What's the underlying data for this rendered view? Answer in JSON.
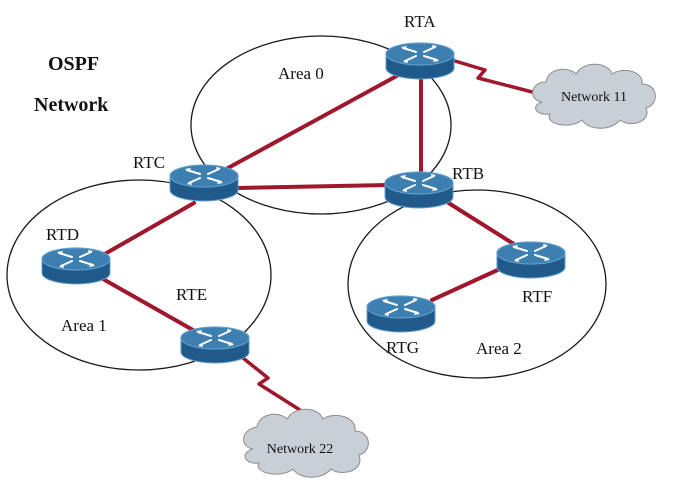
{
  "title": {
    "line1": "OSPF",
    "line2": "Network"
  },
  "areas": {
    "area0": "Area 0",
    "area1": "Area 1",
    "area2": "Area 2"
  },
  "routers": {
    "rta": "RTA",
    "rtb": "RTB",
    "rtc": "RTC",
    "rtd": "RTD",
    "rte": "RTE",
    "rtf": "RTF",
    "rtg": "RTG"
  },
  "networks": {
    "net11": "Network 11",
    "net22": "Network 22"
  },
  "colors": {
    "link": "#a0162c",
    "router_top": "#3d7fb0",
    "router_side": "#1f5a8a",
    "router_rim": "#5f9ccc",
    "cloud": "#c9cfd6"
  },
  "icons": {
    "router": "router-icon",
    "cloud": "cloud-icon"
  }
}
